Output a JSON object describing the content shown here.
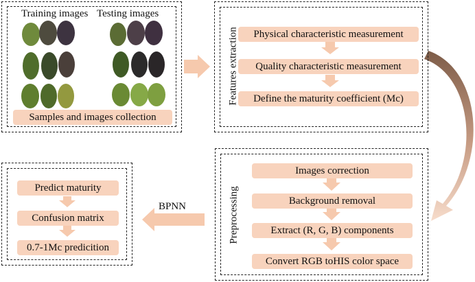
{
  "panel_images": {
    "training_label": "Training images",
    "testing_label": "Testing images",
    "collection_step": "Samples and images collection"
  },
  "panel_features": {
    "title": "Features extraction",
    "steps": [
      "Physical characteristic measurement",
      "Quality characteristic measurement",
      "Define the maturity coefficient (Mc)"
    ]
  },
  "panel_preprocessing": {
    "title": "Preprocessing",
    "steps": [
      "Images correction",
      "Background removal",
      "Extract (R, G, B) components",
      "Convert RGB toHIS color space"
    ]
  },
  "connector": {
    "label": "BPNN"
  },
  "panel_prediction": {
    "steps": [
      "Predict maturity",
      "Confusion matrix",
      "0.7-1Mc predicition"
    ]
  },
  "colors": {
    "step_fill": "#f8d3bd",
    "arrow_fill": "#f6c9ad",
    "curve_start": "#8a6a55",
    "curve_end": "#f5d6c2"
  }
}
